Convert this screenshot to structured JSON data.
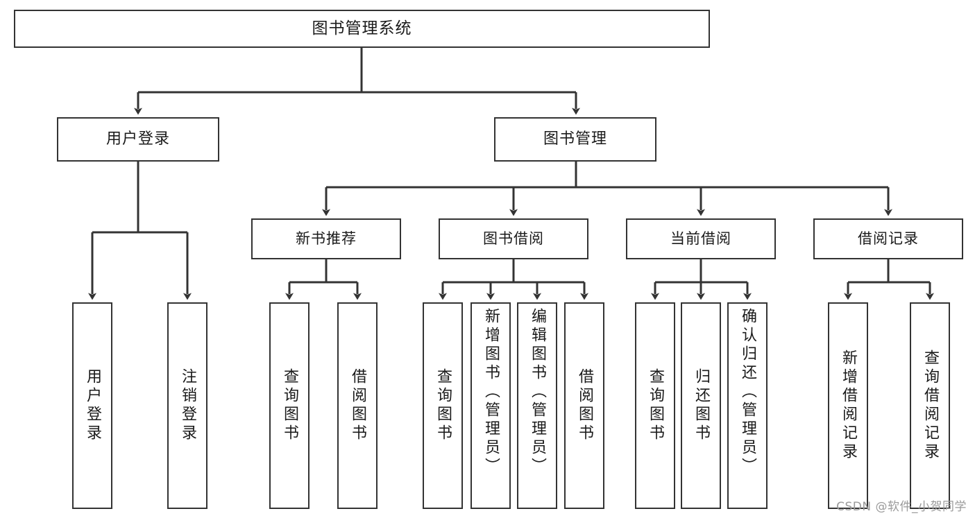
{
  "diagram": {
    "type": "tree-hierarchy",
    "title": "图书管理系统",
    "root": {
      "label": "图书管理系统"
    },
    "level1": [
      {
        "label": "用户登录"
      },
      {
        "label": "图书管理"
      }
    ],
    "level2": [
      {
        "label": "新书推荐"
      },
      {
        "label": "图书借阅"
      },
      {
        "label": "当前借阅"
      },
      {
        "label": "借阅记录"
      }
    ],
    "leaves": [
      {
        "label": "用户登录",
        "parent": "用户登录"
      },
      {
        "label": "注销登录",
        "parent": "用户登录"
      },
      {
        "label": "查询图书",
        "parent": "新书推荐"
      },
      {
        "label": "借阅图书",
        "parent": "新书推荐"
      },
      {
        "label": "查询图书",
        "parent": "图书借阅"
      },
      {
        "label": "新增图书（管理员）",
        "parent": "图书借阅"
      },
      {
        "label": "编辑图书（管理员）",
        "parent": "图书借阅"
      },
      {
        "label": "借阅图书",
        "parent": "图书借阅"
      },
      {
        "label": "查询图书",
        "parent": "当前借阅"
      },
      {
        "label": "归还图书",
        "parent": "当前借阅"
      },
      {
        "label": "确认归还（管理员）",
        "parent": "当前借阅"
      },
      {
        "label": "新增借阅记录",
        "parent": "借阅记录"
      },
      {
        "label": "查询借阅记录",
        "parent": "借阅记录"
      }
    ],
    "colors": {
      "stroke": "#333333",
      "box_fill": "#ffffff",
      "text": "#1a1a1a",
      "watermark": "#9a9a9a"
    }
  },
  "watermark": {
    "text": "CSDN @软件_小贺同学"
  }
}
